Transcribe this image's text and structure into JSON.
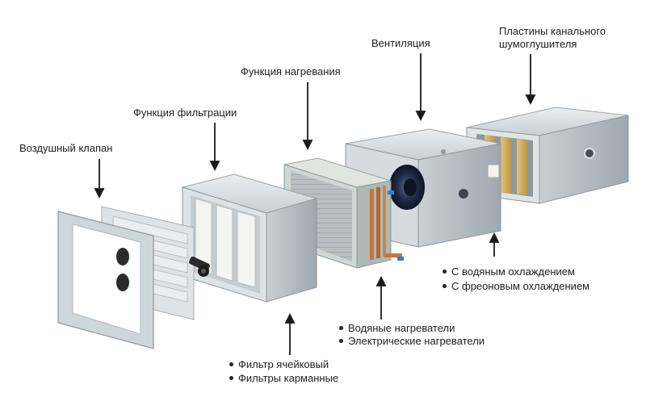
{
  "labels": {
    "damper": "Воздушный клапан",
    "filtration": "Функция фильтрации",
    "heating": "Функция нагревания",
    "ventilation": "Вентиляция",
    "silencer_line1": "Пластины канального",
    "silencer_line2": "шумоглушителя"
  },
  "filters": [
    "Фильтр ячейковый",
    "Фильтры карманные"
  ],
  "heaters": [
    "Водяные нагреватели",
    "Электрические нагреватели"
  ],
  "coolers": [
    "С водяным охлаждением",
    "С фреоновым охлаждением"
  ],
  "colors": {
    "metal_light": "#e6eaec",
    "metal_mid": "#c4ccd0",
    "metal_dark": "#9aa4aa",
    "copper": "#c8743a",
    "fan_blue": "#1e2a44",
    "filter_white": "#f4f4f2"
  }
}
